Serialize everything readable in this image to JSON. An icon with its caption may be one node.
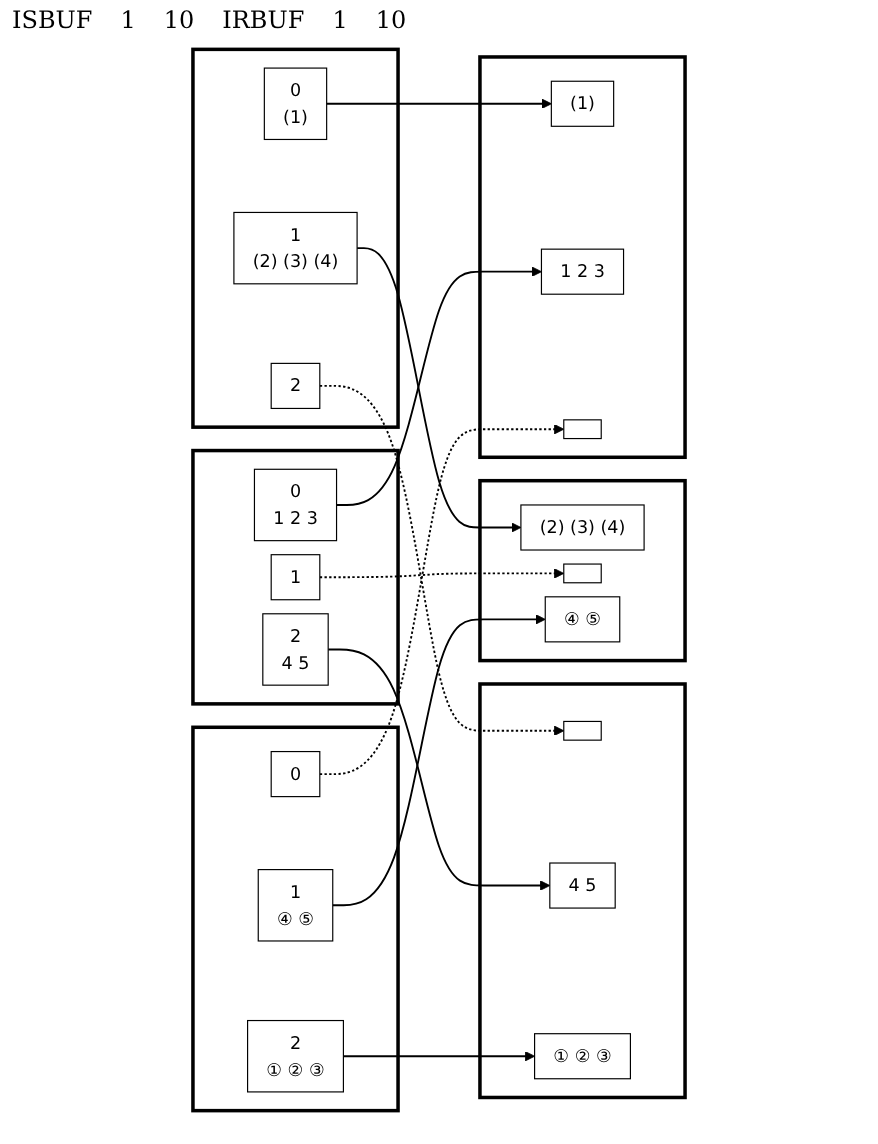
{
  "diagram": {
    "nodes": [
      {
        "text": [],
        "shape": "box"
      },
      {
        "text": [
          "2"
        ],
        "in": 0
      },
      {
        "text": [
          "1",
          "(2) (3) (4)"
        ],
        "in": 0
      },
      {
        "text": [
          "0",
          "(1)"
        ],
        "in": 0
      },
      {
        "text": [],
        "shape": "box"
      },
      {
        "text": [],
        "shape": "box",
        "in": 4
      },
      {
        "text": [
          "4 5"
        ],
        "in": 4
      },
      {
        "text": [
          "① ② ③"
        ],
        "in": 4
      },
      {
        "text": [],
        "shape": "box"
      },
      {
        "text": [
          "2",
          "4 5"
        ],
        "in": 8
      },
      {
        "text": [
          "1"
        ],
        "in": 8
      },
      {
        "text": [
          "0",
          "1 2 3"
        ],
        "in": 8
      },
      {
        "text": [],
        "shape": "box"
      },
      {
        "text": [
          "(2) (3) (4)"
        ],
        "in": 12
      },
      {
        "text": [],
        "shape": "box",
        "in": 12
      },
      {
        "text": [
          "④ ⑤"
        ],
        "in": 12
      },
      {
        "text": [],
        "shape": "box"
      },
      {
        "text": [
          "2",
          "① ② ③"
        ],
        "in": 16
      },
      {
        "text": [
          "1",
          "④ ⑤"
        ],
        "in": 16
      },
      {
        "text": [
          "0"
        ],
        "in": 16
      },
      {
        "text": [],
        "shape": "box"
      },
      {
        "text": [
          "(1)"
        ],
        "in": 20
      },
      {
        "text": [
          "1 2 3"
        ],
        "in": 20
      },
      {
        "text": [],
        "shape": "box",
        "in": 20
      }
    ],
    "edges": [
      {
        "from": 1,
        "to": 5,
        "arrow": "to",
        "style": "dashed"
      },
      {
        "from": 2,
        "to": 13,
        "arrow": "to"
      },
      {
        "from": 3,
        "to": 21,
        "arrow": "to"
      },
      {
        "from": 9,
        "to": 6,
        "arrow": "to"
      },
      {
        "from": 10,
        "to": 14,
        "arrow": "to",
        "style": "dashed"
      },
      {
        "from": 11,
        "to": 22,
        "arrow": "to"
      },
      {
        "from": 17,
        "to": 7,
        "arrow": "to"
      },
      {
        "from": 18,
        "to": 15,
        "arrow": "to"
      },
      {
        "from": 19,
        "to": 23,
        "arrow": "to",
        "style": "dashed"
      }
    ],
    "labels": [
      "ISBUF",
      "1",
      "10",
      "IRBUF",
      "1",
      "10"
    ]
  }
}
